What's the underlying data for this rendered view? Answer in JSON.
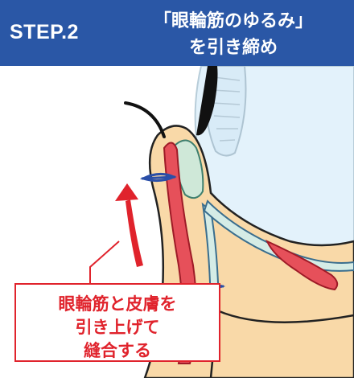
{
  "header": {
    "step": "STEP.2",
    "title_line1": "「眼輪筋のゆるみ」",
    "title_line2": "を引き締め",
    "background": "#2a57a6"
  },
  "callout": {
    "line1": "眼輪筋と皮膚を",
    "line2": "引き上げて",
    "line3": "縫合する",
    "color": "#e0232c"
  },
  "icons": [
    "up-arrow-icon",
    "suture-stitch-icon"
  ]
}
